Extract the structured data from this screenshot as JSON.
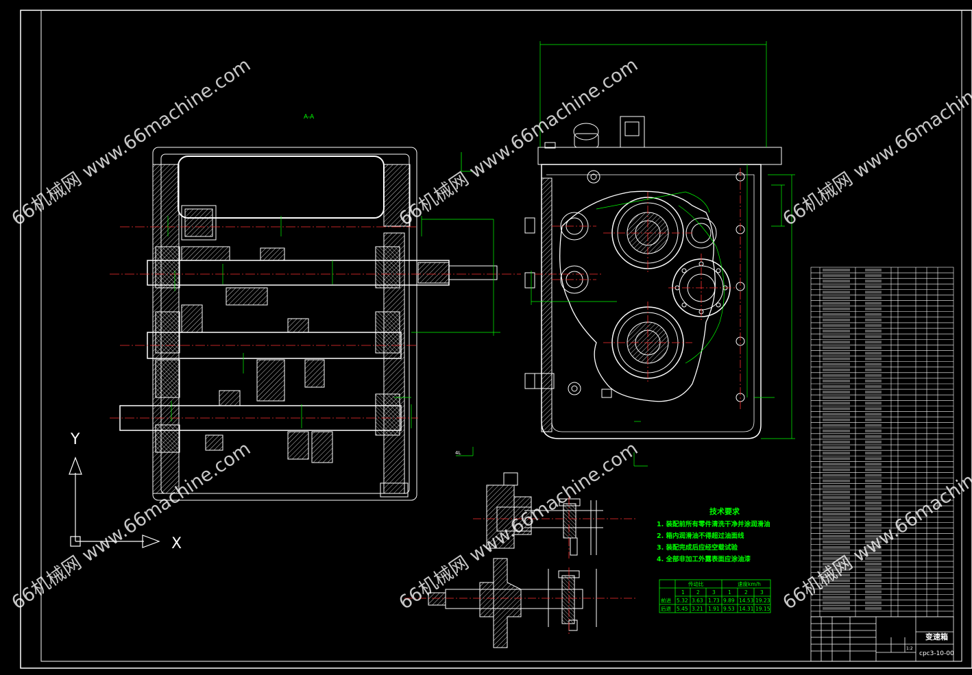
{
  "drawing": {
    "section_label": "A-A",
    "view_marker": "4L",
    "axis_x_label": "X",
    "axis_y_label": "Y"
  },
  "tech_requirements": {
    "heading": "技术要求",
    "items": [
      "1. 装配前所有零件清洗干净并涂润滑油",
      "2. 箱内润滑油不得超过油面线",
      "3. 装配完成后应经空载试验",
      "4. 全部非加工外露表面应涂油漆"
    ]
  },
  "speed_table": {
    "col_group_1": "传动比",
    "col_group_2": "速度km/h",
    "gear_headers": [
      "1",
      "2",
      "3",
      "1",
      "2",
      "3"
    ],
    "rows": [
      {
        "label": "前进",
        "values": [
          "5.32",
          "3.63",
          "1.73",
          "9.89",
          "14.53",
          "19.23"
        ]
      },
      {
        "label": "后退",
        "values": [
          "5.45",
          "3.21",
          "1.91",
          "9.53",
          "14.31",
          "19.15"
        ]
      }
    ]
  },
  "title_block": {
    "title": "变速箱",
    "drawing_number": "cpc3-10-00",
    "scale": "1:2"
  },
  "watermark": {
    "text": "66机械网 www.66machine.com"
  },
  "colors": {
    "background": "#000000",
    "lines": "#ffffff",
    "dimension": "#00ff00",
    "centerline": "#ff3030",
    "text_green": "#00ff00",
    "frame": "#ffffff"
  }
}
